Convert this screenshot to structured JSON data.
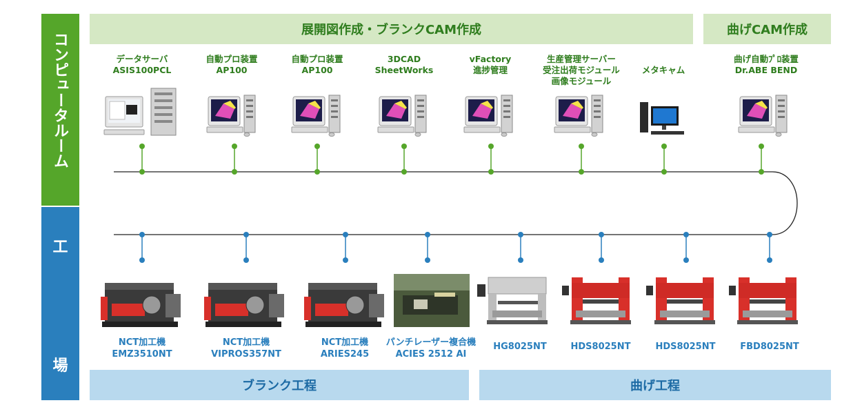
{
  "left_labels": {
    "computer_room": "コンピュータルーム",
    "factory_top": "工",
    "factory_bottom": "場"
  },
  "top_bands": {
    "blank_cam": "展開図作成・ブランクCAM作成",
    "bend_cam": "曲げCAM作成"
  },
  "bottom_bands": {
    "blank_process": "ブランク工程",
    "bend_process": "曲げ工程"
  },
  "computers": [
    {
      "line1": "データサーバ",
      "line2": "ASIS100PCL",
      "line3": "",
      "icon": "server-computer-icon"
    },
    {
      "line1": "自動プロ装置",
      "line2": "AP100",
      "line3": "",
      "icon": "workstation-icon"
    },
    {
      "line1": "自動プロ装置",
      "line2": "AP100",
      "line3": "",
      "icon": "workstation-icon"
    },
    {
      "line1": "3DCAD",
      "line2": "SheetWorks",
      "line3": "",
      "icon": "workstation-icon"
    },
    {
      "line1": "vFactory",
      "line2": "進捗管理",
      "line3": "",
      "icon": "workstation-icon"
    },
    {
      "line1": "生産管理サーバー",
      "line2": "受注出荷モジュール",
      "line3": "画像モジュール",
      "icon": "workstation-icon"
    },
    {
      "line1": "メタキャム",
      "line2": "",
      "line3": "",
      "icon": "desktop-pc-icon"
    },
    {
      "line1": "曲げ自動ﾌﾟﾛ装置",
      "line2": "Dr.ABE BEND",
      "line3": "",
      "icon": "workstation-icon"
    }
  ],
  "machines": [
    {
      "line1": "NCT加工機",
      "line2": "EMZ3510NT",
      "icon": "punch-press-icon"
    },
    {
      "line1": "NCT加工機",
      "line2": "VIPROS357NT",
      "icon": "punch-press-icon"
    },
    {
      "line1": "NCT加工機",
      "line2": "ARIES245",
      "icon": "punch-press-icon"
    },
    {
      "line1": "パンチレーザー複合機",
      "line2": "ACIES 2512 AI",
      "icon": "factory-photo-icon"
    },
    {
      "line1": "HG8025NT",
      "line2": "",
      "icon": "press-brake-icon"
    },
    {
      "line1": "HDS8025NT",
      "line2": "",
      "icon": "press-brake-icon"
    },
    {
      "line1": "HDS8025NT",
      "line2": "",
      "icon": "press-brake-icon"
    },
    {
      "line1": "FBD8025NT",
      "line2": "",
      "icon": "press-brake-icon"
    }
  ],
  "colors": {
    "green": "#55a62a",
    "blue": "#2a7fbd",
    "band_green": "#d5e8c4",
    "band_blue": "#b8d9ee",
    "machine_red": "#d8302a"
  }
}
